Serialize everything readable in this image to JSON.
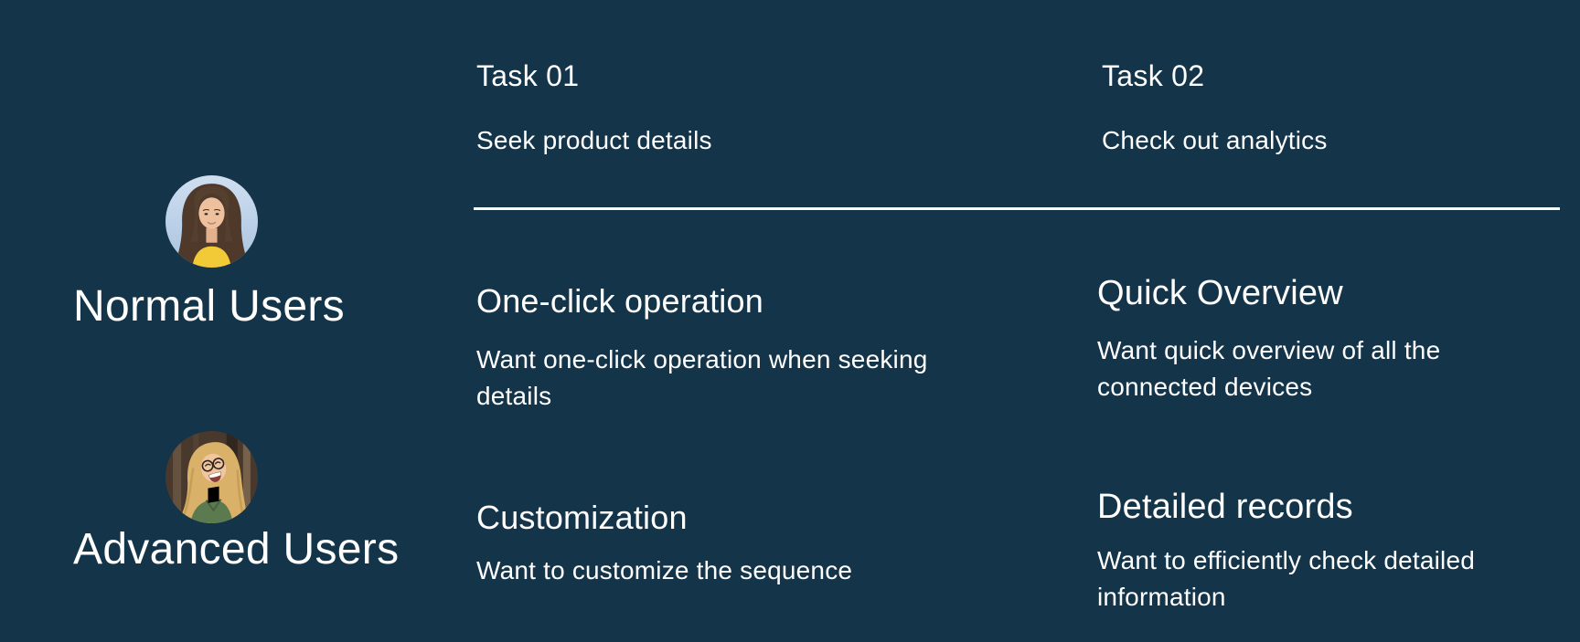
{
  "palette": {
    "background": "#133449",
    "text": "#ffffff",
    "divider": "#ffffff"
  },
  "task_columns": [
    {
      "title": "Task 01",
      "subtitle": "Seek product details"
    },
    {
      "title": "Task 02",
      "subtitle": "Check out analytics"
    }
  ],
  "personas": [
    {
      "label": "Normal Users",
      "avatar_icon": "woman-long-dark-hair-avatar-icon",
      "cells": [
        {
          "heading": "One-click operation",
          "body": "Want one-click operation when seeking details"
        },
        {
          "heading": "Quick Overview",
          "body": "Want quick overview of all the connected devices"
        }
      ]
    },
    {
      "label": "Advanced Users",
      "avatar_icon": "laughing-woman-glasses-avatar-icon",
      "cells": [
        {
          "heading": "Customization",
          "body": "Want to customize the sequence"
        },
        {
          "heading": "Detailed records",
          "body": "Want to efficiently check detailed information"
        }
      ]
    }
  ]
}
